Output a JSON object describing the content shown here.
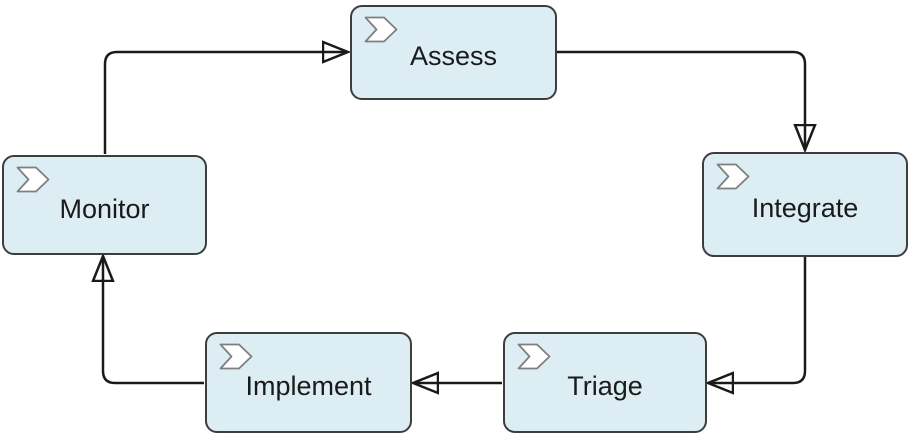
{
  "diagram": {
    "nodes": [
      {
        "id": "assess",
        "label": "Assess",
        "icon": "process-chevron-icon"
      },
      {
        "id": "integrate",
        "label": "Integrate",
        "icon": "process-chevron-icon"
      },
      {
        "id": "triage",
        "label": "Triage",
        "icon": "process-chevron-icon"
      },
      {
        "id": "implement",
        "label": "Implement",
        "icon": "process-chevron-icon"
      },
      {
        "id": "monitor",
        "label": "Monitor",
        "icon": "process-chevron-icon"
      }
    ],
    "edges": [
      {
        "from": "Monitor",
        "to": "Assess",
        "arrow": "filled-triangle"
      },
      {
        "from": "Assess",
        "to": "Integrate",
        "arrow": "filled-triangle"
      },
      {
        "from": "Integrate",
        "to": "Triage",
        "arrow": "filled-triangle"
      },
      {
        "from": "Triage",
        "to": "Implement",
        "arrow": "filled-triangle"
      },
      {
        "from": "Implement",
        "to": "Monitor",
        "arrow": "filled-triangle"
      }
    ],
    "colors": {
      "background": "#ffffff",
      "node_fill": "#dcedf4",
      "node_border": "#3d3d3d",
      "connector": "#1a1a1a",
      "icon_outline": "#7f7f7f",
      "icon_fill": "#ffffff",
      "text": "#1a1a1a"
    }
  }
}
